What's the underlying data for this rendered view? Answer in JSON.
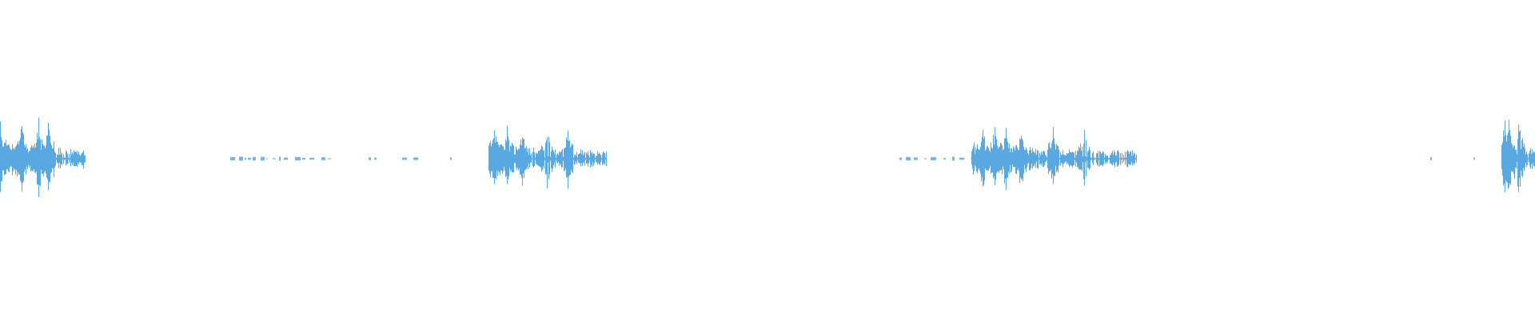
{
  "waveform": {
    "color": "#5aa8e2",
    "baseline_color": "#5aa8e2",
    "peak_scale": 1.0,
    "segments": [
      {
        "start": 0.0,
        "end": 0.055,
        "amplitude": 0.62,
        "kind": "burst",
        "spikes": [
          0.0,
          0.014,
          0.025,
          0.031
        ]
      },
      {
        "start": 0.15,
        "end": 0.218,
        "amplitude": 0.03,
        "kind": "noise",
        "spikes": []
      },
      {
        "start": 0.24,
        "end": 0.245,
        "amplitude": 0.02,
        "kind": "noise",
        "spikes": []
      },
      {
        "start": 0.262,
        "end": 0.272,
        "amplitude": 0.02,
        "kind": "noise",
        "spikes": []
      },
      {
        "start": 0.293,
        "end": 0.296,
        "amplitude": 0.02,
        "kind": "noise",
        "spikes": []
      },
      {
        "start": 0.318,
        "end": 0.395,
        "amplitude": 0.52,
        "kind": "burst",
        "spikes": [
          0.322,
          0.33,
          0.34,
          0.356,
          0.37
        ]
      },
      {
        "start": 0.586,
        "end": 0.633,
        "amplitude": 0.03,
        "kind": "noise",
        "spikes": []
      },
      {
        "start": 0.633,
        "end": 0.74,
        "amplitude": 0.52,
        "kind": "burst",
        "spikes": [
          0.64,
          0.648,
          0.655,
          0.665,
          0.686,
          0.706
        ]
      },
      {
        "start": 0.932,
        "end": 0.934,
        "amplitude": 0.02,
        "kind": "noise",
        "spikes": []
      },
      {
        "start": 0.96,
        "end": 0.962,
        "amplitude": 0.02,
        "kind": "noise",
        "spikes": []
      },
      {
        "start": 0.978,
        "end": 1.0,
        "amplitude": 0.66,
        "kind": "burst",
        "spikes": [
          0.98,
          0.983,
          0.989
        ]
      }
    ]
  }
}
